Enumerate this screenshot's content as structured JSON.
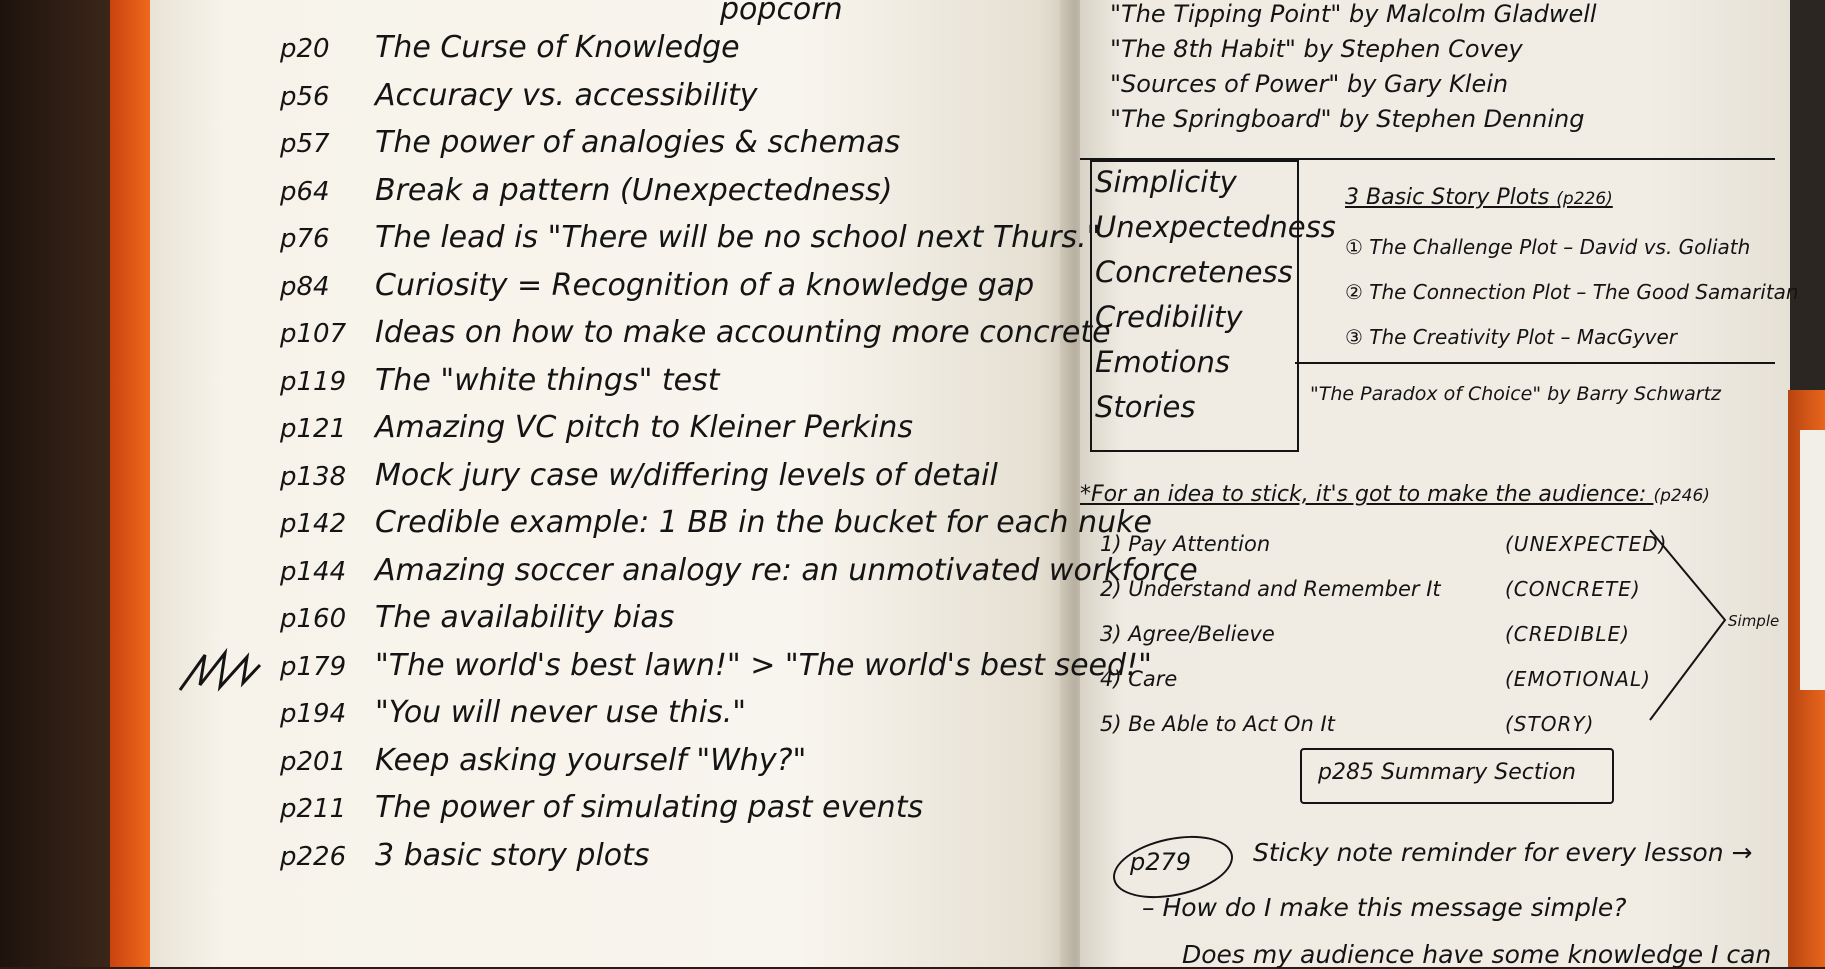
{
  "left_page": {
    "partial_top": "popcorn",
    "entries": [
      {
        "page": "p20",
        "text": "The Curse of Knowledge"
      },
      {
        "page": "p56",
        "text": "Accuracy vs. accessibility"
      },
      {
        "page": "p57",
        "text": "The power of analogies & schemas"
      },
      {
        "page": "p64",
        "text": "Break a pattern (Unexpectedness)"
      },
      {
        "page": "p76",
        "text": "The lead is \"There will be no school next Thurs.\""
      },
      {
        "page": "p84",
        "text": "Curiosity = Recognition of a knowledge gap"
      },
      {
        "page": "p107",
        "text": "Ideas on how to make accounting more concrete"
      },
      {
        "page": "p119",
        "text": "The \"white things\" test"
      },
      {
        "page": "p121",
        "text": "Amazing VC pitch to Kleiner Perkins"
      },
      {
        "page": "p138",
        "text": "Mock jury case w/differing levels of detail"
      },
      {
        "page": "p142",
        "text": "Credible example: 1 BB in the bucket for each nuke"
      },
      {
        "page": "p144",
        "text": "Amazing soccer analogy re: an unmotivated workforce"
      },
      {
        "page": "p160",
        "text": "The availability bias"
      },
      {
        "page": "p179",
        "text": "\"The world's best lawn!\" > \"The world's best seed!\""
      },
      {
        "page": "p194",
        "text": "\"You will never use this.\""
      },
      {
        "page": "p201",
        "text": "Keep asking yourself \"Why?\""
      },
      {
        "page": "p211",
        "text": "The power of simulating past events"
      },
      {
        "page": "p226",
        "text": "3 basic story plots"
      }
    ]
  },
  "right_page": {
    "books": [
      "\"The Tipping Point\" by Malcolm Gladwell",
      "\"The 8th Habit\" by Stephen Covey",
      "\"Sources of Power\" by Gary Klein",
      "\"The Springboard\" by Stephen Denning"
    ],
    "success_list": [
      "Simplicity",
      "Unexpectedness",
      "Concreteness",
      "Credibility",
      "Emotions",
      "Stories"
    ],
    "plots_title": "3 Basic Story Plots",
    "plots_ref": "(p226)",
    "plots": [
      "① The Challenge Plot – David vs. Goliath",
      "② The Connection Plot – The Good Samaritan",
      "③ The Creativity Plot – MacGyver"
    ],
    "paradox_ref": "\"The Paradox of Choice\" by Barry Schwartz",
    "stick_title": "*For an idea to stick, it's got to make the audience:",
    "stick_ref": "(p246)",
    "steps": [
      {
        "text": "1) Pay Attention",
        "tag": "(UNEXPECTED)"
      },
      {
        "text": "2) Understand and Remember It",
        "tag": "(CONCRETE)"
      },
      {
        "text": "3) Agree/Believe",
        "tag": "(CREDIBLE)"
      },
      {
        "text": "4) Care",
        "tag": "(EMOTIONAL)"
      },
      {
        "text": "5) Be Able to Act On It",
        "tag": "(STORY)"
      }
    ],
    "simple_label": "Simple",
    "summary": "p285 Summary Section",
    "sticky_ref": "p279",
    "sticky_line": "Sticky note reminder for every lesson →",
    "ask_line": "– How do I make this message simple?",
    "know_line": "Does my audience have some knowledge I can"
  }
}
